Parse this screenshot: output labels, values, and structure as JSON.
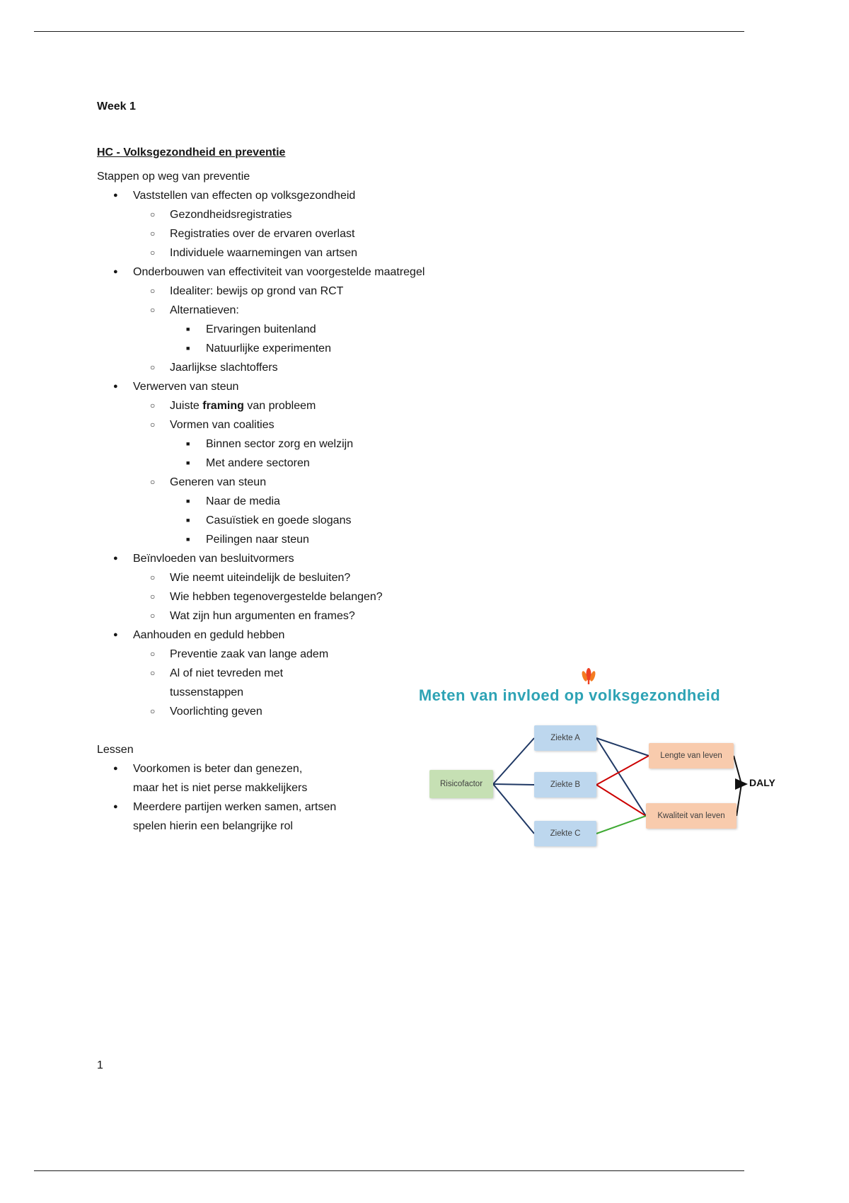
{
  "document": {
    "week_title": "Week 1",
    "heading": "HC - Volksgezondheid en preventie",
    "list_intro": "Stappen op weg van preventie",
    "page_number": "1"
  },
  "steps": [
    {
      "text": "Vaststellen van effecten op volksgezondheid",
      "children": [
        {
          "text": "Gezondheidsregistraties"
        },
        {
          "text": "Registraties over de ervaren overlast"
        },
        {
          "text": "Individuele waarnemingen van artsen"
        }
      ]
    },
    {
      "text": "Onderbouwen van effectiviteit van voorgestelde maatregel",
      "children": [
        {
          "text": "Idealiter: bewijs op grond van RCT"
        },
        {
          "text": "Alternatieven:",
          "children": [
            {
              "text": "Ervaringen buitenland"
            },
            {
              "text": "Natuurlijke experimenten"
            }
          ]
        },
        {
          "text": "Jaarlijkse slachtoffers"
        }
      ]
    },
    {
      "text": "Verwerven van steun",
      "children": [
        {
          "prefix": "Juiste ",
          "bold": "framing",
          "suffix": " van probleem"
        },
        {
          "text": "Vormen van coalities",
          "children": [
            {
              "text": "Binnen sector zorg en welzijn"
            },
            {
              "text": "Met andere sectoren"
            }
          ]
        },
        {
          "text": "Generen van steun",
          "children": [
            {
              "text": "Naar de media"
            },
            {
              "text": "Casuïstiek en goede slogans"
            },
            {
              "text": "Peilingen naar steun"
            }
          ]
        }
      ]
    },
    {
      "text": "Beïnvloeden van besluitvormers",
      "children": [
        {
          "text": "Wie neemt uiteindelijk de besluiten?"
        },
        {
          "text": "Wie hebben tegenovergestelde belangen?"
        },
        {
          "text": "Wat zijn hun argumenten en frames?"
        }
      ]
    },
    {
      "text": "Aanhouden en geduld hebben",
      "children": [
        {
          "text": "Preventie zaak van lange adem"
        },
        {
          "text": "Al of niet tevreden met tussenstappen"
        },
        {
          "text": "Voorlichting geven"
        }
      ]
    }
  ],
  "lessons": {
    "title": "Lessen",
    "items": [
      "Voorkomen is beter dan genezen, maar het is niet perse makkelijkers",
      "Meerdere partijen werken samen, artsen spelen hierin een belangrijke rol"
    ]
  },
  "diagram": {
    "title": "Meten van invloed op volksgezondheid",
    "title_color": "#2ea3b5",
    "logo": "tulip-logo",
    "nodes": {
      "risk": {
        "label": "Risicofactor",
        "color": "#c6e0b4"
      },
      "ziekte_a": {
        "label": "Ziekte A",
        "color": "#bdd7ee"
      },
      "ziekte_b": {
        "label": "Ziekte B",
        "color": "#bdd7ee"
      },
      "ziekte_c": {
        "label": "Ziekte C",
        "color": "#bdd7ee"
      },
      "length": {
        "label": "Lengte van leven",
        "color": "#f8cbad"
      },
      "quality": {
        "label": "Kwaliteit van leven",
        "color": "#f8cbad"
      },
      "daly": {
        "label": "DALY"
      }
    },
    "edges": [
      {
        "from": "Risicofactor",
        "to": "Ziekte A",
        "color": "#1f3864"
      },
      {
        "from": "Risicofactor",
        "to": "Ziekte B",
        "color": "#1f3864"
      },
      {
        "from": "Risicofactor",
        "to": "Ziekte C",
        "color": "#1f3864"
      },
      {
        "from": "Ziekte A",
        "to": "Lengte van leven",
        "color": "#1f3864"
      },
      {
        "from": "Ziekte A",
        "to": "Kwaliteit van leven",
        "color": "#1f3864"
      },
      {
        "from": "Ziekte B",
        "to": "Lengte van leven",
        "color": "#cc0000"
      },
      {
        "from": "Ziekte B",
        "to": "Kwaliteit van leven",
        "color": "#cc0000"
      },
      {
        "from": "Ziekte C",
        "to": "Kwaliteit van leven",
        "color": "#3faa34"
      },
      {
        "from": "Lengte van leven",
        "to": "DALY",
        "color": "#111111"
      },
      {
        "from": "Kwaliteit van leven",
        "to": "DALY",
        "color": "#111111"
      }
    ]
  }
}
